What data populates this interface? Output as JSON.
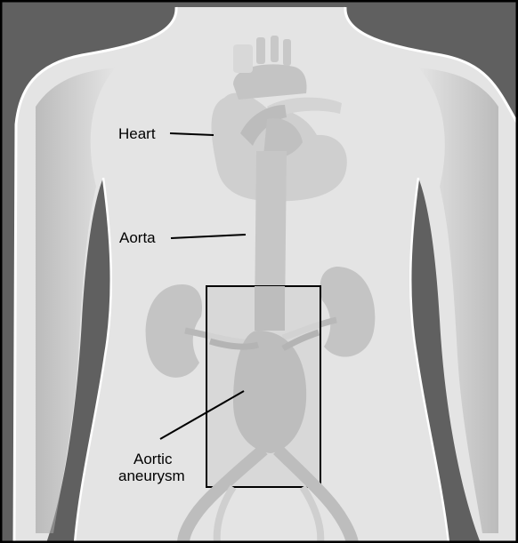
{
  "labels": {
    "heart": "Heart",
    "aorta": "Aorta",
    "aneurysm_line1": "Aortic",
    "aneurysm_line2": "aneurysm"
  },
  "colors": {
    "background": "#606060",
    "body": "#e4e4e4",
    "body_edge": "#ffffff",
    "organ_light": "#d0d0d0",
    "organ_mid": "#c2c2c2",
    "organ_dark": "#b0b0b0",
    "box_fill": "#d9d9d9",
    "line": "#000000"
  }
}
